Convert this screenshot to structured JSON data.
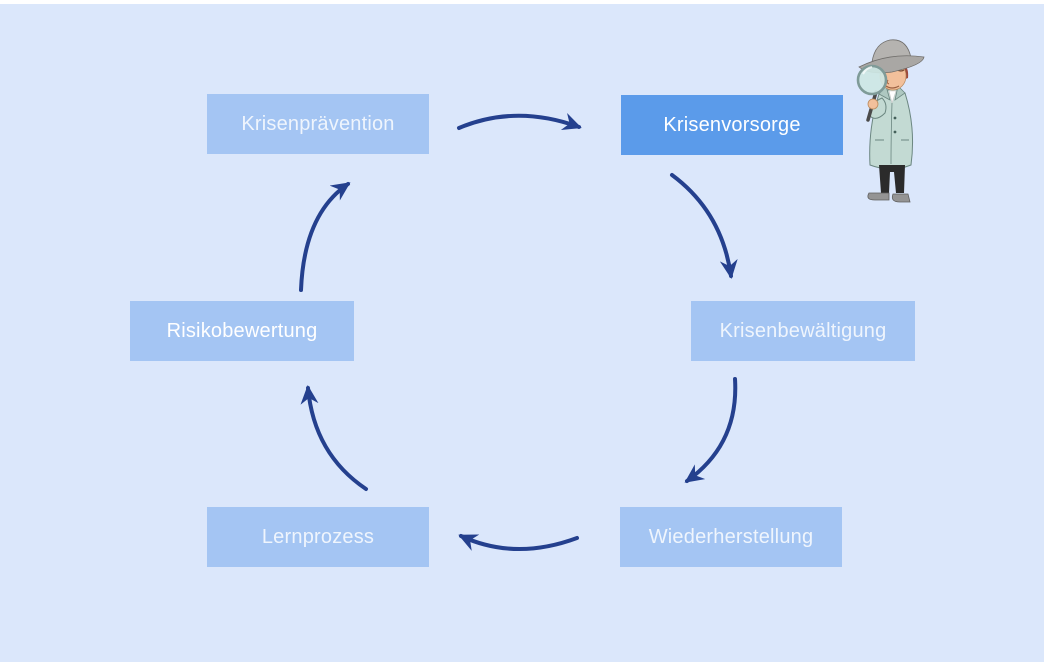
{
  "diagram": {
    "type": "cycle",
    "direction": "clockwise",
    "nodes": [
      {
        "id": "krisenpraevention",
        "label": "Krisenprävention",
        "variant": "default"
      },
      {
        "id": "krisenvorsorge",
        "label": "Krisenvorsorge",
        "variant": "active"
      },
      {
        "id": "krisenbewaeltigung",
        "label": "Krisenbewältigung",
        "variant": "default"
      },
      {
        "id": "wiederherstellung",
        "label": "Wiederherstellung",
        "variant": "default"
      },
      {
        "id": "lernprozess",
        "label": "Lernprozess",
        "variant": "default"
      },
      {
        "id": "risikobewertung",
        "label": "Risikobewertung",
        "variant": "bright"
      }
    ],
    "connections": [
      {
        "from": "Krisenprävention",
        "to": "Krisenvorsorge"
      },
      {
        "from": "Krisenvorsorge",
        "to": "Krisenbewältigung"
      },
      {
        "from": "Krisenbewältigung",
        "to": "Wiederherstellung"
      },
      {
        "from": "Wiederherstellung",
        "to": "Lernprozess"
      },
      {
        "from": "Lernprozess",
        "to": "Risikobewertung"
      },
      {
        "from": "Risikobewertung",
        "to": "Krisenprävention"
      }
    ]
  },
  "colors": {
    "page_background": "#ffffff",
    "canvas_background": "#dbe7fb",
    "node_default": "#a4c5f3",
    "node_active": "#5b9bea",
    "node_text": "#ffffff",
    "arrow": "#24408e"
  },
  "icons": {
    "illustration": "detective-with-magnifying-glass-illustration"
  }
}
